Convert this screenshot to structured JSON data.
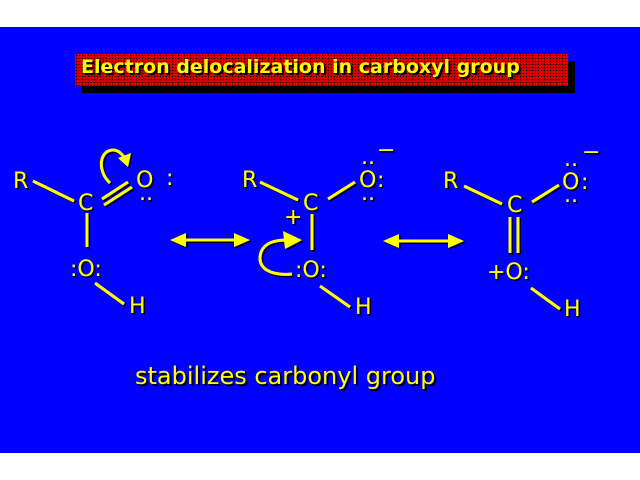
{
  "slide": {
    "title": "Electron delocalization in carboxyl group",
    "caption": "stabilizes carbonyl group",
    "colors": {
      "background": "#0000ff",
      "title_box": "#e00000",
      "text": "#ffff00",
      "shadow": "#000000",
      "margin": "#ffffff"
    }
  },
  "structures": [
    {
      "name": "resonance-structure-1",
      "atoms": {
        "r": "R",
        "c": "C",
        "carbonyl_o": "O",
        "carbonyl_o_right_pair": ":",
        "carbonyl_o_bottom_pair": "..",
        "hydroxyl_o": ":O:",
        "h": "H"
      },
      "bonds": [
        "R-C single",
        "C=O double",
        "C-O single",
        "O-H single"
      ],
      "curved_arrow": "pi bond electrons to carbonyl oxygen"
    },
    {
      "name": "resonance-structure-2",
      "atoms": {
        "r": "R",
        "c": "C",
        "c_charge": "+",
        "oxide_o": "O",
        "oxide_o_top_pair": "..",
        "oxide_o_right_pair": ":",
        "oxide_o_bottom_pair": "..",
        "oxide_charge": "−",
        "hydroxyl_o": ":O:",
        "h": "H"
      },
      "bonds": [
        "R-C single",
        "C-O single",
        "C-O single",
        "O-H single"
      ],
      "curved_arrow": "hydroxyl oxygen lone pair to C-O bond"
    },
    {
      "name": "resonance-structure-3",
      "atoms": {
        "r": "R",
        "c": "C",
        "oxide_o": "O",
        "oxide_o_top_pair": "..",
        "oxide_o_right_pair": ":",
        "oxide_o_bottom_pair": "..",
        "oxide_charge": "−",
        "hydroxyl_o": "+O:",
        "h": "H"
      },
      "bonds": [
        "R-C single",
        "C-O single",
        "C=O double",
        "O-H single"
      ]
    }
  ],
  "resonance_arrows": [
    {
      "from": "resonance-structure-1",
      "to": "resonance-structure-2",
      "glyph": "↔"
    },
    {
      "from": "resonance-structure-2",
      "to": "resonance-structure-3",
      "glyph": "↔"
    }
  ]
}
